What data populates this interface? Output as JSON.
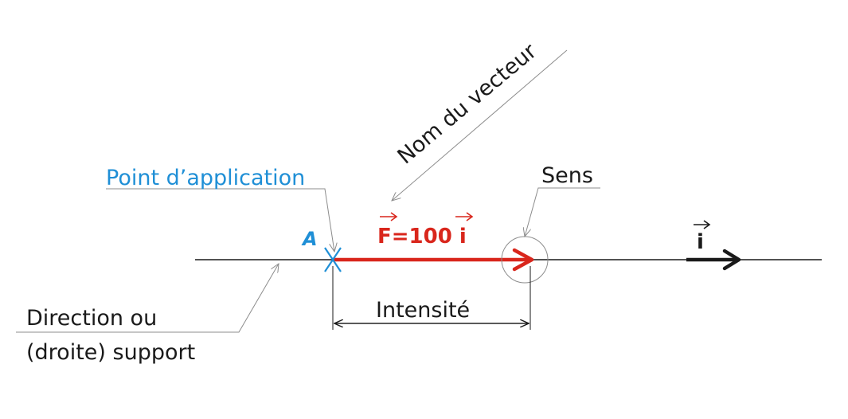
{
  "labels": {
    "point_application": "Point d’application",
    "point_name": "A",
    "vector_name": "Nom du vecteur",
    "vector_expression": "F=100 i",
    "sens": "Sens",
    "unit_vector": "i",
    "intensite": "Intensité",
    "direction_line1": "Direction ou",
    "direction_line2": "(droite) support"
  },
  "colors": {
    "support_line": "#1a1a1a",
    "force_vector": "#d9261c",
    "application_point": "#1f8fd6",
    "leader_lines": "#8c8c8c",
    "text": "#1a1a1a"
  }
}
